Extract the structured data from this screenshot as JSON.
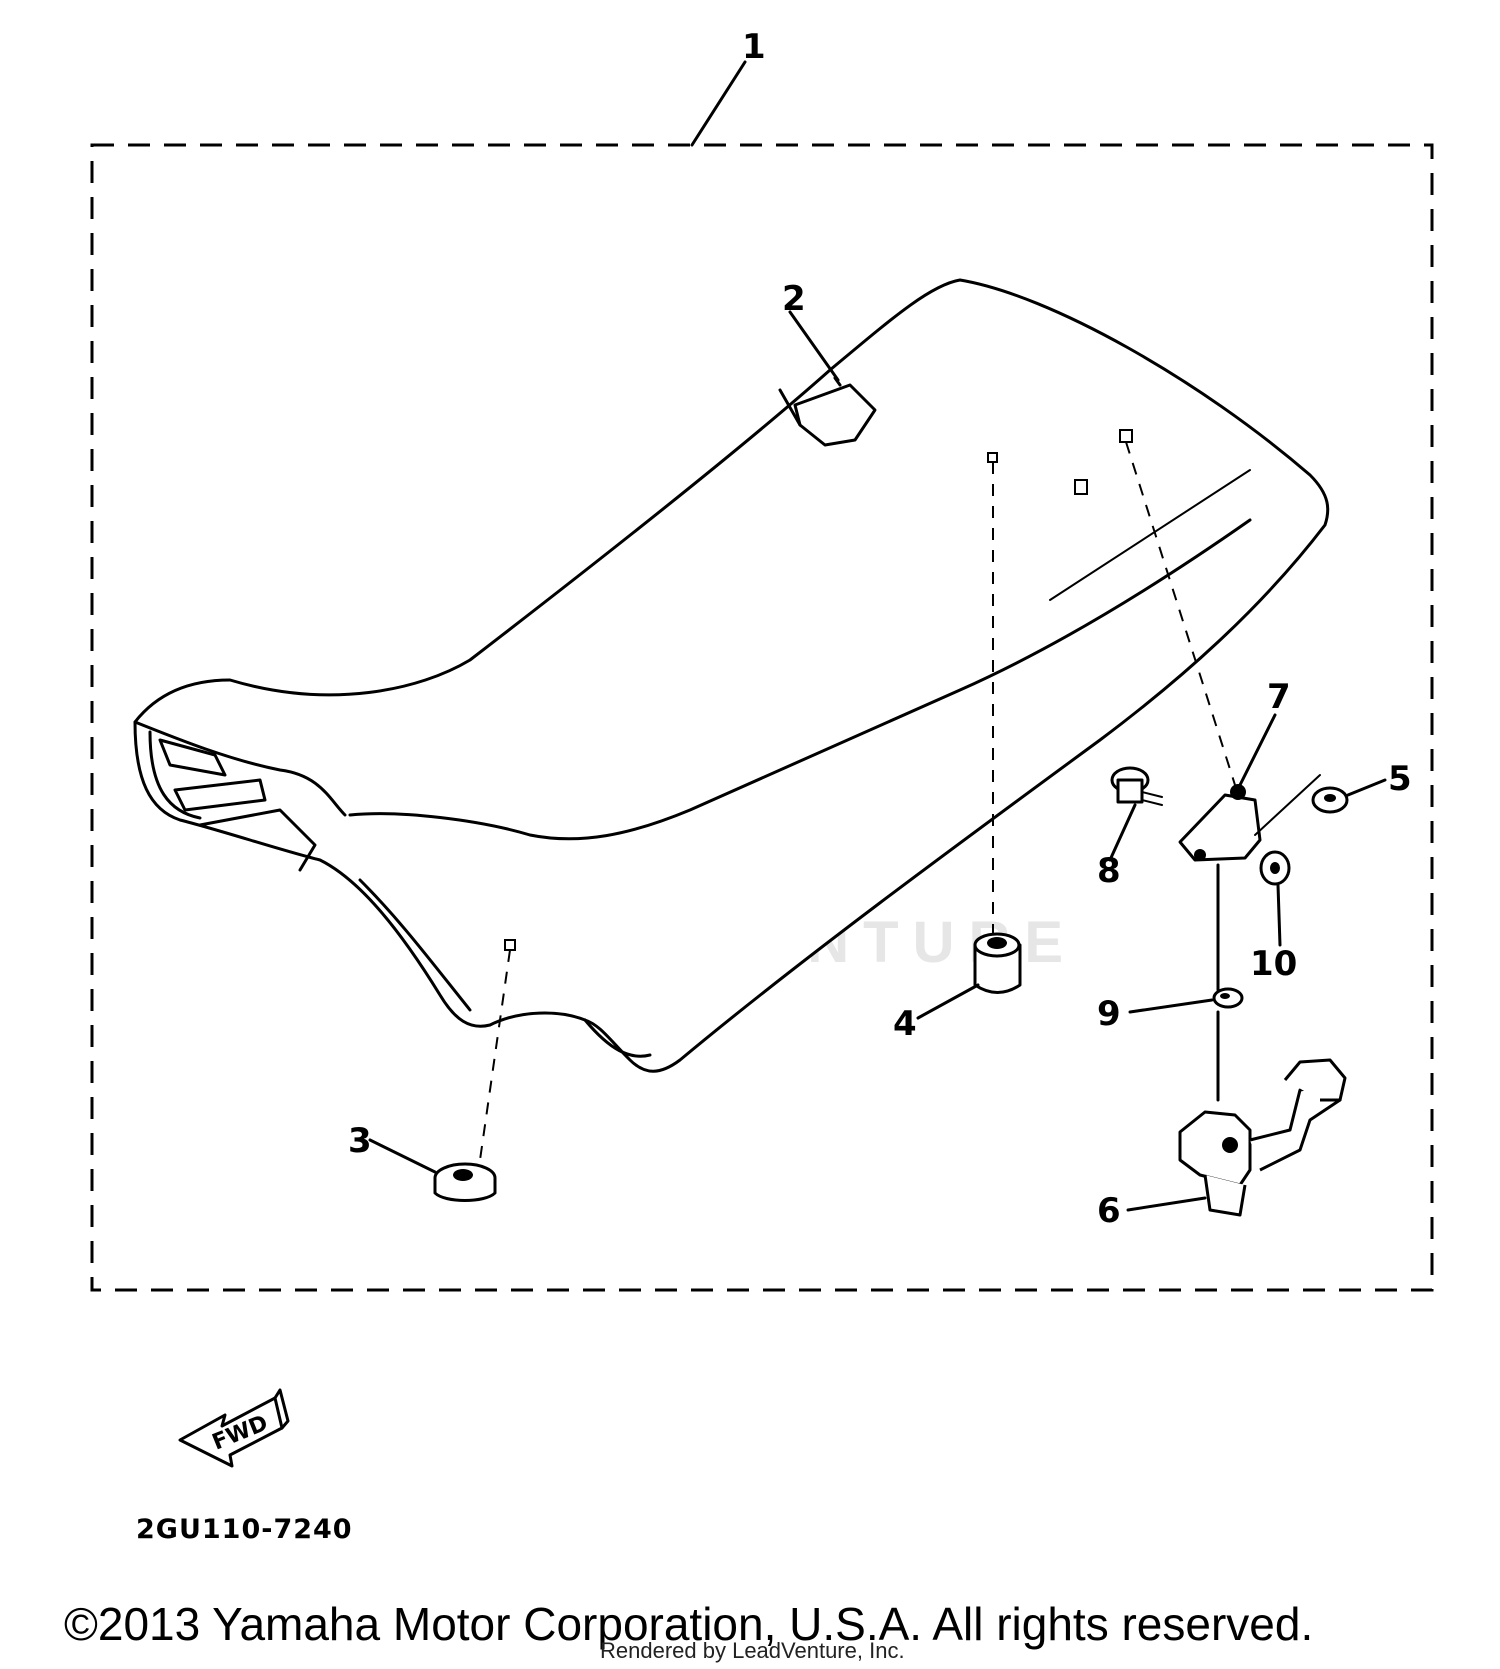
{
  "callouts": [
    {
      "id": "1",
      "label": "1"
    },
    {
      "id": "2",
      "label": "2"
    },
    {
      "id": "3",
      "label": "3"
    },
    {
      "id": "4",
      "label": "4"
    },
    {
      "id": "5",
      "label": "5"
    },
    {
      "id": "6",
      "label": "6"
    },
    {
      "id": "7",
      "label": "7"
    },
    {
      "id": "8",
      "label": "8"
    },
    {
      "id": "9",
      "label": "9"
    },
    {
      "id": "10",
      "label": "10"
    }
  ],
  "fwd_label": "FWD",
  "part_code": "2GU110-7240",
  "copyright": "©2013 Yamaha Motor Corporation, U.S.A. All rights reserved.",
  "rendered_by": "Rendered by LeadVenture, Inc.",
  "watermark": "LEADVENTURE",
  "icons": {
    "fwd_arrow": "fwd-arrow-icon",
    "watermark_logo": "leadventure-logo-icon"
  }
}
